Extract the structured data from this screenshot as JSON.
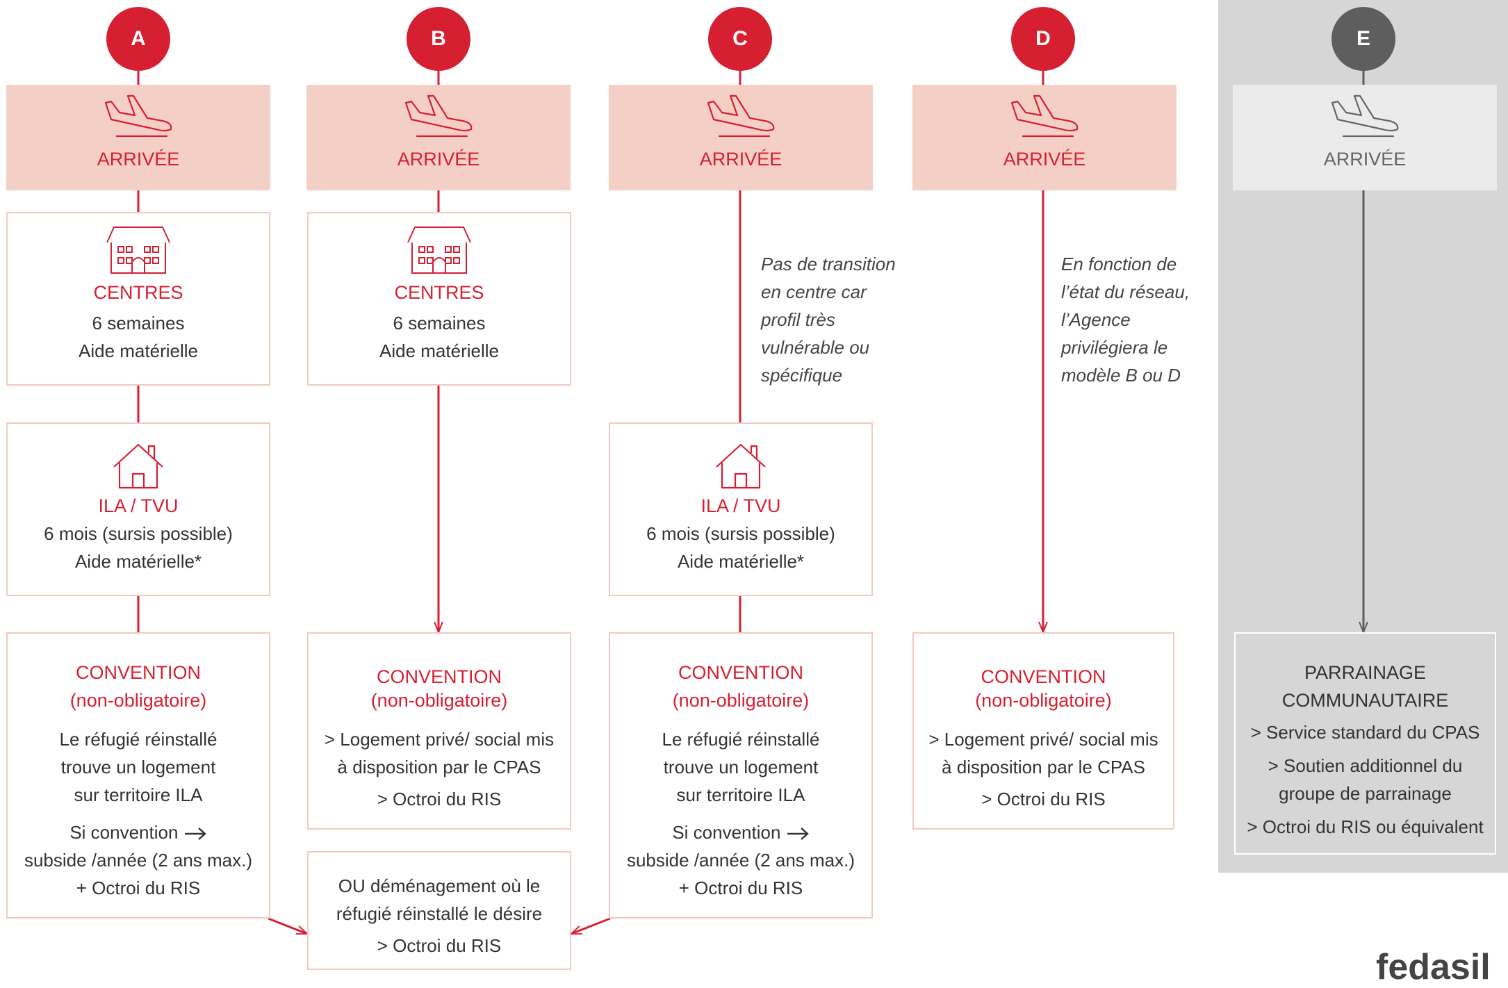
{
  "colors": {
    "accent": "#d71f32",
    "arrival_fill": "#f4cfc6",
    "box_border": "#f2c9c0",
    "gray_panel": "#d6d6d6",
    "gray_circle": "#5e5e5e"
  },
  "columns": {
    "a": {
      "letter": "A",
      "arrival": "ARRIVÉE",
      "centres": {
        "title": "CENTRES",
        "lines": [
          "6 semaines",
          "Aide matérielle"
        ]
      },
      "ila": {
        "title": "ILA / TVU",
        "lines": [
          "6 mois (sursis possible)",
          "Aide matérielle*"
        ]
      },
      "convention": {
        "title": "CONVENTION",
        "subtitle": "(non-obligatoire)",
        "lines": [
          "Le réfugié réinstallé",
          "trouve un logement",
          "sur territoire ILA"
        ],
        "si": "Si convention",
        "extra": [
          "subside /année (2 ans max.)",
          "+ Octroi du RIS"
        ]
      }
    },
    "b": {
      "letter": "B",
      "arrival": "ARRIVÉE",
      "centres": {
        "title": "CENTRES",
        "lines": [
          "6 semaines",
          "Aide matérielle"
        ]
      },
      "convention": {
        "title": "CONVENTION",
        "subtitle": "(non-obligatoire)",
        "lines": [
          "> Logement privé/ social mis",
          "à disposition par le CPAS",
          "> Octroi du RIS"
        ]
      },
      "demenagement": {
        "lines": [
          "OU déménagement où le",
          "réfugié réinstallé le désire",
          "> Octroi du RIS"
        ]
      }
    },
    "c": {
      "letter": "C",
      "arrival": "ARRIVÉE",
      "note": [
        "Pas de transition",
        "en centre car",
        "profil très",
        "vulnérable ou",
        "spécifique"
      ],
      "ila": {
        "title": "ILA / TVU",
        "lines": [
          "6 mois (sursis possible)",
          "Aide matérielle*"
        ]
      },
      "convention": {
        "title": "CONVENTION",
        "subtitle": "(non-obligatoire)",
        "lines": [
          "Le réfugié réinstallé",
          "trouve un logement",
          "sur territoire ILA"
        ],
        "si": "Si convention",
        "extra": [
          "subside /année (2 ans max.)",
          "+ Octroi du RIS"
        ]
      }
    },
    "d": {
      "letter": "D",
      "arrival": "ARRIVÉE",
      "note": [
        "En fonction de",
        "l’état du réseau,",
        "l’Agence",
        "privilégiera le",
        "modèle B ou D"
      ],
      "convention": {
        "title": "CONVENTION",
        "subtitle": "(non-obligatoire)",
        "lines": [
          "> Logement privé/ social mis",
          "à disposition par le CPAS",
          "> Octroi du RIS"
        ]
      }
    },
    "e": {
      "letter": "E",
      "arrival": "ARRIVÉE",
      "parrainage": {
        "title_lines": [
          "PARRAINAGE",
          "COMMUNAUTAIRE"
        ],
        "lines": [
          "> Service standard du CPAS",
          "> Soutien additionnel du",
          "groupe de parrainage",
          "> Octroi du RIS ou équivalent"
        ]
      }
    }
  },
  "logo": "fedasil"
}
